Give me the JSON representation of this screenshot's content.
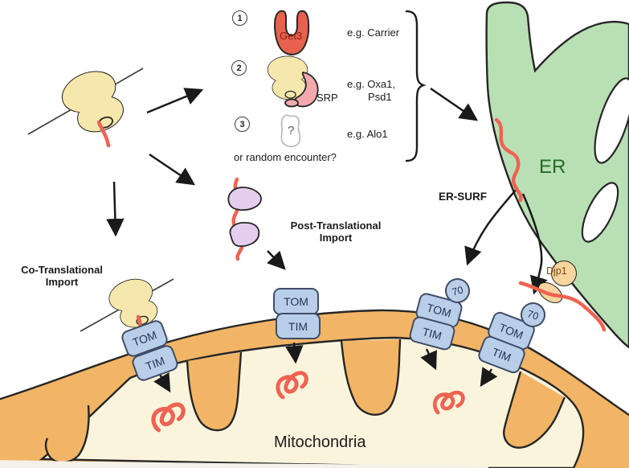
{
  "pathways": {
    "item1": {
      "num": "1",
      "protein": "Get3",
      "example": "e.g. Carrier"
    },
    "item2": {
      "num": "2",
      "protein": "SRP",
      "example_line1": "e.g. Oxa1,",
      "example_line2": "Psd1"
    },
    "item3": {
      "num": "3",
      "protein": "?",
      "example": "e.g. Alo1"
    },
    "random_note": "or random encounter?"
  },
  "routes": {
    "co_translational_line1": "Co-Translational",
    "co_translational_line2": "Import",
    "post_translational_line1": "Post-Translational",
    "post_translational_line2": "Import",
    "er_surf": "ER-SURF"
  },
  "organelles": {
    "er": "ER",
    "mitochondria": "Mitochondria",
    "djp1": "Djp1"
  },
  "complexes": {
    "tom": "TOM",
    "tim": "TIM",
    "tom70": "70"
  },
  "colors": {
    "er_green": "#b9e0b5",
    "mito_membrane_orange": "#f2b566",
    "matrix_cream": "#fbf4dd",
    "complex_blue": "#b9cfe9",
    "complex_border": "#3f4c66",
    "protein_red": "#ee6352",
    "ribosome_yellow": "#f6e7ac",
    "chaperone_lavender": "#e5cdee",
    "srp_pink": "#f5a9ae",
    "get3_red": "#e8614e",
    "djp1_tan": "#f8d49e",
    "outline": "#262626"
  }
}
